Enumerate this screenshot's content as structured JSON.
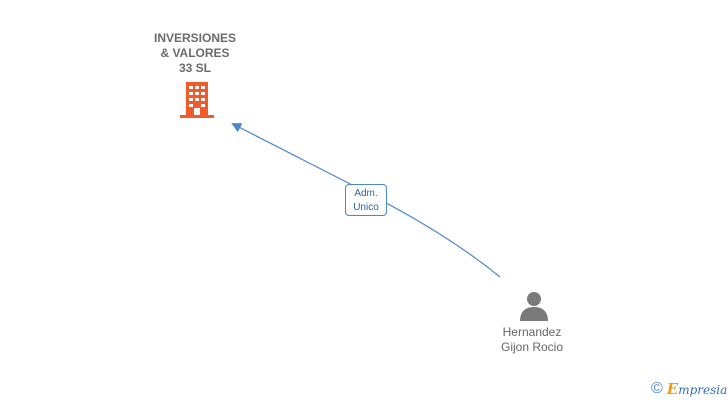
{
  "company": {
    "name_lines": [
      "INVERSIONES",
      "& VALORES",
      "33 SL"
    ],
    "icon": "building-icon",
    "color": "#f15a2b"
  },
  "relation": {
    "label_lines": [
      "Adm.",
      "Unico"
    ],
    "color": "#4a86c8"
  },
  "person": {
    "name_lines": [
      "Hernandez",
      "Gijon Rocio"
    ],
    "icon": "person-icon",
    "color": "#7a7a7a"
  },
  "brand": {
    "copyright": "©",
    "first_letter": "E",
    "rest": "mpresia",
    "accent": "#f39c12",
    "color": "#2f6fb8"
  }
}
